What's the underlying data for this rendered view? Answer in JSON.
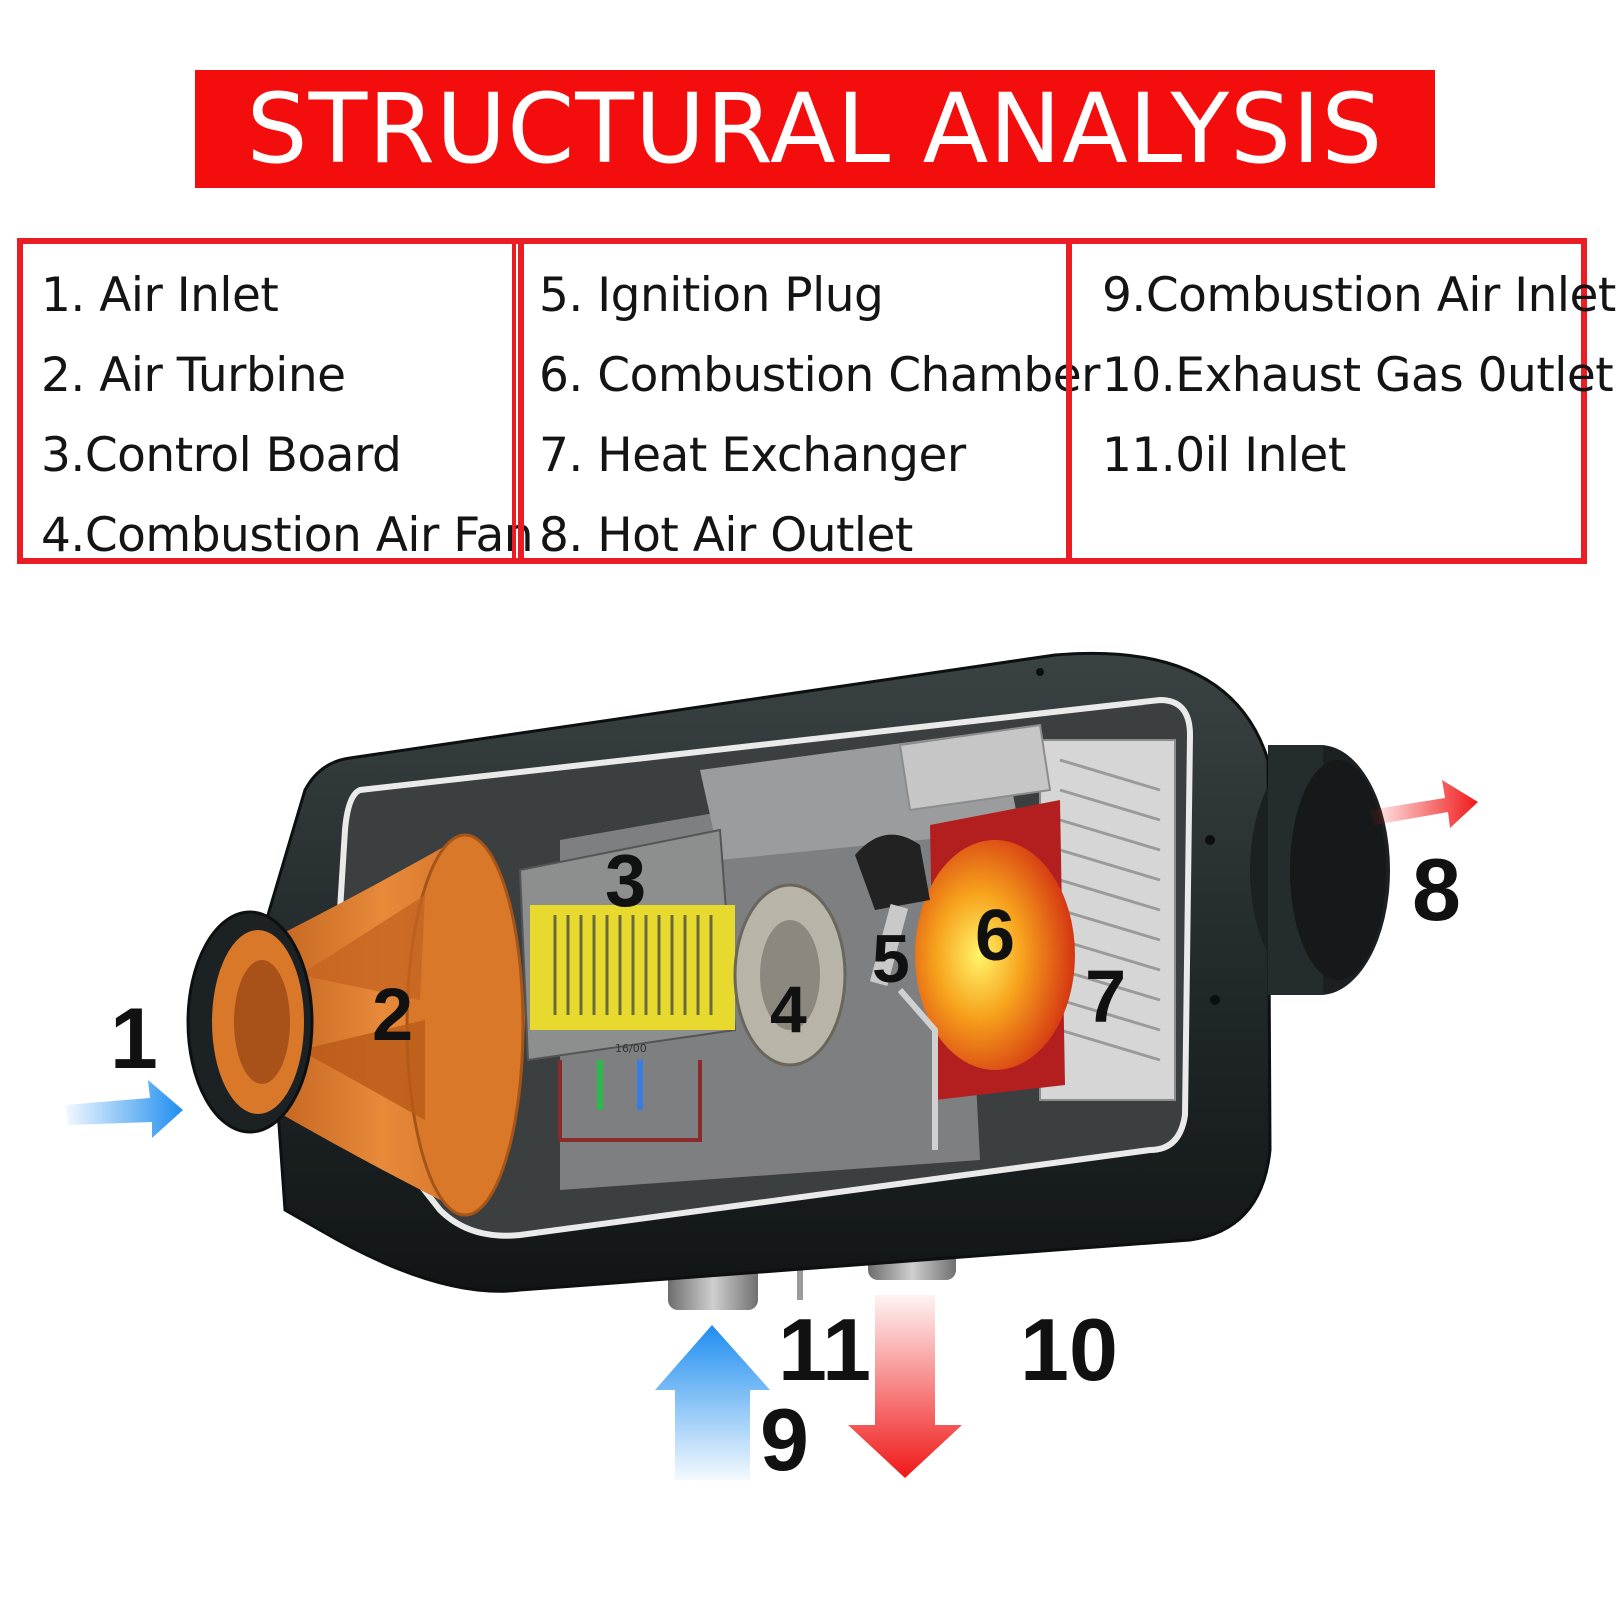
{
  "title": "STRUCTURAL ANALYSIS",
  "legend": {
    "col1": [
      "1. Air Inlet",
      "2. Air Turbine",
      "3.Control Board",
      "4.Combustion Air Fan"
    ],
    "col2": [
      "5. Ignition Plug",
      "6. Combustion Chamber",
      "7. Heat Exchanger",
      "8. Hot Air Outlet"
    ],
    "col3": [
      "9.Combustion Air Inlet",
      "10.Exhaust Gas 0utlet",
      "11.0il Inlet"
    ]
  },
  "callouts": [
    "1",
    "2",
    "3",
    "4",
    "5",
    "6",
    "7",
    "8",
    "9",
    "10",
    "11"
  ],
  "board_text": "16/00",
  "colors": {
    "banner": "#f40d0d",
    "border": "#ea1c24",
    "housing": "#22292b",
    "turbine": "#de7a30",
    "board": "#e8d92e",
    "flame": "#f39a1e",
    "cool_arrow": "#1f8ef0",
    "hot_arrow": "#f01818"
  }
}
